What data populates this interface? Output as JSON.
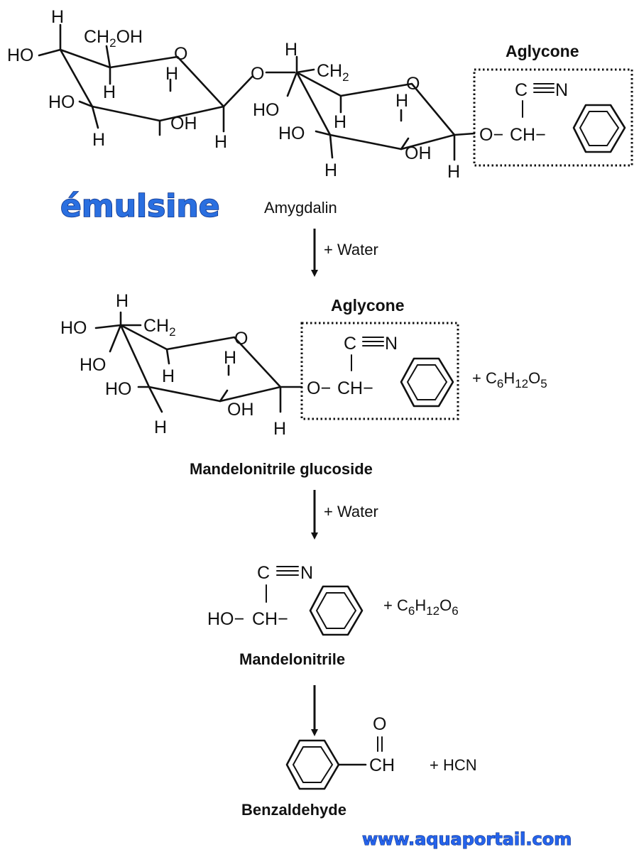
{
  "watermark_top": "émulsine",
  "watermark_bottom": "www.aquaportail.com",
  "atoms": {
    "H": "H",
    "HO": "HO",
    "OH": "OH",
    "O": "O",
    "CH": "CH",
    "C": "C",
    "N": "N",
    "HO_bond": "HO−",
    "O_bond": "O−",
    "CH_bond": "CH−",
    "CH2": "CH",
    "CH2_sub": "2",
    "CH2OH_a": "CH",
    "CH2OH_sub": "2",
    "CH2OH_b": "OH"
  },
  "stage1": {
    "label": "Amygdalin",
    "box_label": "Aglycone",
    "reagent": "+ Water"
  },
  "stage2": {
    "label": "Mandelonitrile glucoside",
    "box_label": "Aglycone",
    "byproduct": {
      "plus": "+ C",
      "s1": "6",
      "e1": "H",
      "s2": "12",
      "e2": "O",
      "s3": "5"
    },
    "reagent": "+ Water"
  },
  "stage3": {
    "label": "Mandelonitrile",
    "byproduct": {
      "plus": "+ C",
      "s1": "6",
      "e1": "H",
      "s2": "12",
      "e2": "O",
      "s3": "6"
    }
  },
  "stage4": {
    "label": "Benzaldehyde",
    "byproduct": "+ HCN"
  }
}
